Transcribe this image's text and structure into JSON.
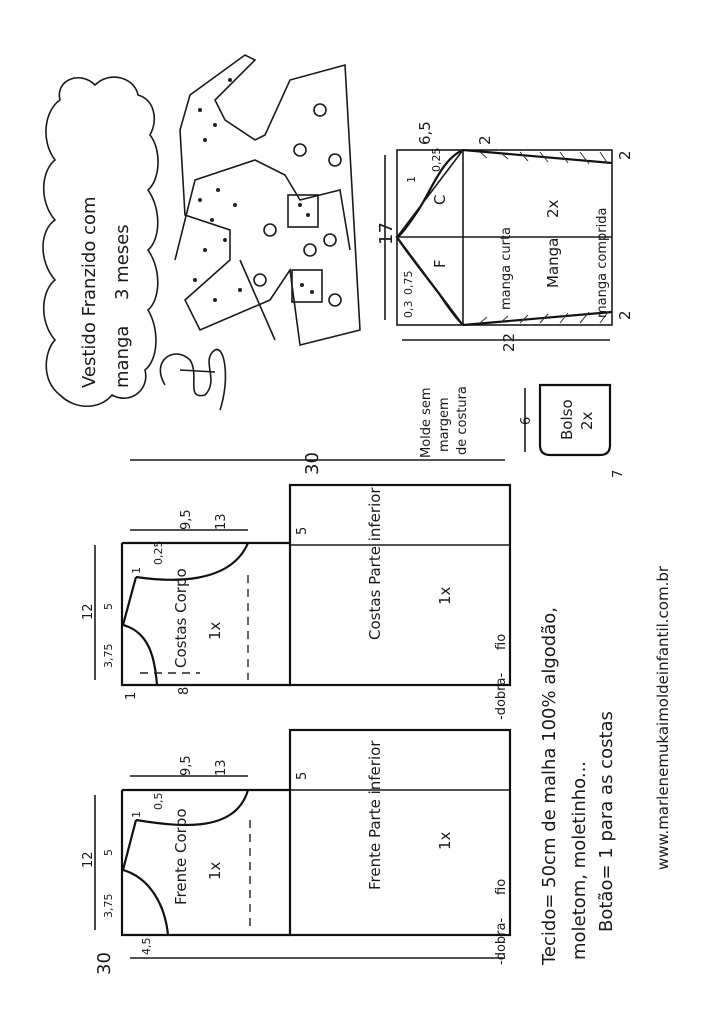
{
  "title": {
    "line1": "Vestido Franzido com",
    "line2": "manga",
    "line3": "3 meses"
  },
  "signature": "Marlene Mukai",
  "sleeve": {
    "width": "17",
    "length": "22",
    "cap_height": "6,5",
    "taper": "2",
    "hem_left": "2",
    "hem_right": "2",
    "marks": [
      "1",
      "0,25",
      "0,75",
      "0,3"
    ],
    "back_label": "C",
    "front_label": "F",
    "short_label": "manga curta",
    "long_label": "manga comprida",
    "name": "Manga",
    "qty": "2x"
  },
  "note": {
    "line1": "Molde sem",
    "line2": "margem",
    "line3": "de costura"
  },
  "pocket": {
    "width": "6",
    "height": "7",
    "name": "Bolso",
    "qty": "2x"
  },
  "back": {
    "total_length": "30",
    "top_width": "12",
    "neck_width": "3,75",
    "shoulder": "5",
    "shoulder_drop": "1",
    "armhole_depth": "0,25",
    "armhole": "9,5",
    "bodice": "13",
    "placket": "8",
    "offset": "1",
    "skirt_top": "5",
    "bodice_name": "Costas Corpo",
    "bodice_qty": "1x",
    "skirt_name": "Costas Parte inferior",
    "skirt_qty": "1x",
    "fold": "-dobra-",
    "grain": "fio"
  },
  "front": {
    "total_length": "30",
    "top_width": "12",
    "neck_width": "3,75",
    "shoulder": "5",
    "shoulder_drop": "1",
    "armhole_depth": "0,5",
    "armhole": "9,5",
    "bodice": "13",
    "neck_depth": "4,5",
    "skirt_top": "5",
    "bodice_name": "Frente Corpo",
    "bodice_qty": "1x",
    "skirt_name": "Frente Parte inferior",
    "skirt_qty": "1x",
    "fold": "-dobra-",
    "grain": "fio"
  },
  "materials": {
    "fabric": "Tecido= 50cm de malha 100% algodão,",
    "fabric2": "moletom, moletinho...",
    "buttons": "Botão= 1 para as costas",
    "website": "www.marlenemukaimoldeinfantil.com.br"
  }
}
